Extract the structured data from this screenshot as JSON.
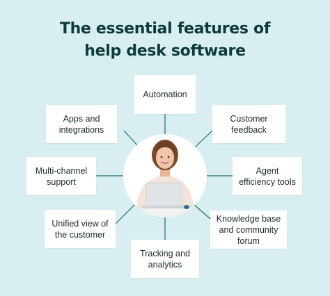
{
  "title": {
    "line1": "The essential features of",
    "line2": "help desk software"
  },
  "colors": {
    "background": "#d9eef1",
    "title": "#0c3b38",
    "box": "#ffffff",
    "connector": "#1b6f6a",
    "center_circle": "#ffffff"
  },
  "features": [
    {
      "id": "automation",
      "lines": [
        "Automation"
      ]
    },
    {
      "id": "customer-feedback",
      "lines": [
        "Customer",
        "feedback"
      ]
    },
    {
      "id": "agent-efficiency-tools",
      "lines": [
        "Agent",
        "efficiency tools"
      ]
    },
    {
      "id": "knowledge-base",
      "lines": [
        "Knowledge base",
        "and community",
        "forum"
      ]
    },
    {
      "id": "tracking-and-analytics",
      "lines": [
        "Tracking and",
        "analytics"
      ]
    },
    {
      "id": "unified-view",
      "lines": [
        "Unified view of",
        "the customer"
      ]
    },
    {
      "id": "multi-channel-support",
      "lines": [
        "Multi-channel",
        "support"
      ]
    },
    {
      "id": "apps-and-integrations",
      "lines": [
        "Apps and",
        "integrations"
      ]
    }
  ],
  "center": {
    "icon": "support-agent-with-laptop"
  }
}
